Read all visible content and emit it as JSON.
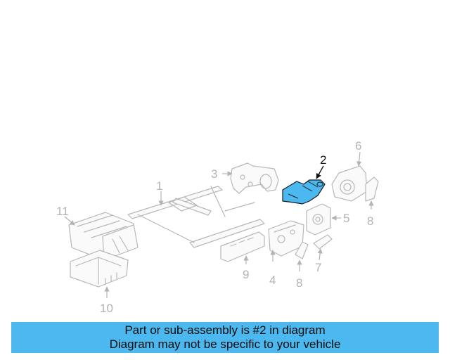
{
  "diagram": {
    "highlight_color": "#4cb8f0",
    "callouts": [
      "1",
      "2",
      "3",
      "4",
      "5",
      "6",
      "7",
      "8",
      "8",
      "9",
      "10",
      "11"
    ],
    "highlighted_part": "2"
  },
  "banner": {
    "line1": "Part or sub-assembly is #2 in diagram",
    "line2": "Diagram may not be specific to your vehicle",
    "color": "#4cb8f0"
  }
}
